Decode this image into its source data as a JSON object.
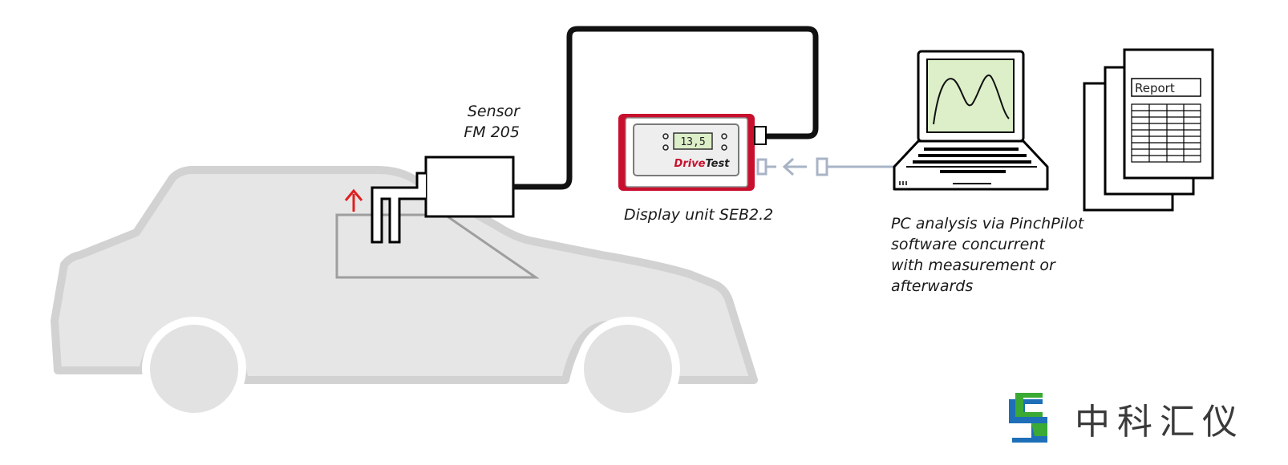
{
  "labels": {
    "sensor_line1": "Sensor",
    "sensor_line2": "FM 205",
    "display_unit": "Display unit SEB2.2",
    "pc_line1": "PC analysis via PinchPilot",
    "pc_line2": "software concurrent",
    "pc_line3": "with measurement or",
    "pc_line4": "afterwards"
  },
  "device": {
    "readout": "13,5",
    "brand_part1": "Drive",
    "brand_part2": "Test"
  },
  "report": {
    "title": "Report"
  },
  "watermark": {
    "text": "中科汇仪"
  },
  "colors": {
    "car": "#e6e6e6",
    "car_outline": "#d2d2d2",
    "cable": "#111111",
    "arrow_red": "#e02020",
    "device_red": "#c8102e",
    "screen_green": "#dcefc8",
    "usb_link": "#a8b4c6",
    "logo_green": "#3aaa35",
    "logo_blue": "#1d6fb8"
  },
  "icons": [
    "car-icon",
    "sensor-icon",
    "display-unit-icon",
    "laptop-icon",
    "report-stack-icon",
    "logo-icon",
    "arrow-up-icon",
    "arrow-left-icon"
  ]
}
